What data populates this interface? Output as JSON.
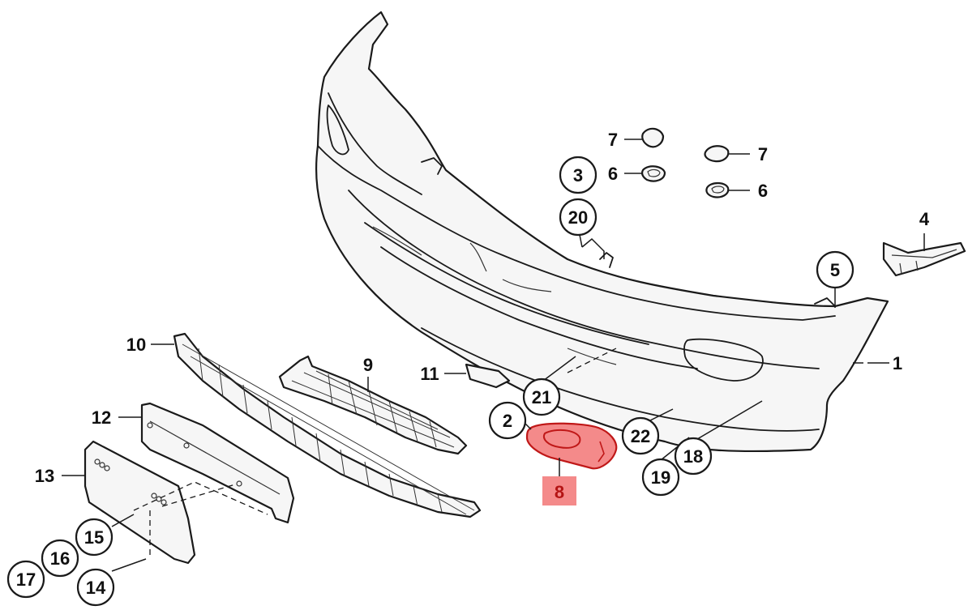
{
  "diagram": {
    "highlight_color": "#f48a8a",
    "highlight_stroke": "#c01818",
    "labels": [
      {
        "id": "1",
        "text": "1",
        "style": "plain"
      },
      {
        "id": "2",
        "text": "2",
        "style": "circle"
      },
      {
        "id": "3",
        "text": "3",
        "style": "circle"
      },
      {
        "id": "4",
        "text": "4",
        "style": "plain"
      },
      {
        "id": "5",
        "text": "5",
        "style": "circle"
      },
      {
        "id": "6a",
        "text": "6",
        "style": "plain"
      },
      {
        "id": "6b",
        "text": "6",
        "style": "plain"
      },
      {
        "id": "7a",
        "text": "7",
        "style": "plain"
      },
      {
        "id": "7b",
        "text": "7",
        "style": "plain"
      },
      {
        "id": "8",
        "text": "8",
        "style": "highlight"
      },
      {
        "id": "9",
        "text": "9",
        "style": "plain"
      },
      {
        "id": "10",
        "text": "10",
        "style": "plain"
      },
      {
        "id": "11",
        "text": "11",
        "style": "plain"
      },
      {
        "id": "12",
        "text": "12",
        "style": "plain"
      },
      {
        "id": "13",
        "text": "13",
        "style": "plain"
      },
      {
        "id": "14",
        "text": "14",
        "style": "circle"
      },
      {
        "id": "15",
        "text": "15",
        "style": "circle"
      },
      {
        "id": "16",
        "text": "16",
        "style": "circle"
      },
      {
        "id": "17",
        "text": "17",
        "style": "circle"
      },
      {
        "id": "18",
        "text": "18",
        "style": "circle"
      },
      {
        "id": "19",
        "text": "19",
        "style": "circle"
      },
      {
        "id": "20",
        "text": "20",
        "style": "circle"
      },
      {
        "id": "21",
        "text": "21",
        "style": "circle"
      },
      {
        "id": "22",
        "text": "22",
        "style": "circle"
      }
    ],
    "highlighted_part": "8"
  }
}
